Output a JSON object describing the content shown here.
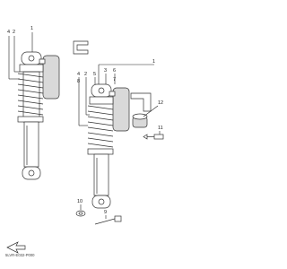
{
  "callouts": {
    "c1_left": "1",
    "c2_left": "2",
    "c4_left": "4",
    "c1_right": "1",
    "c2_right": "2",
    "c3_right": "3",
    "c4_right": "4",
    "c5": "5",
    "c6": "6",
    "c7": "7",
    "c8": "8",
    "c9": "9",
    "c10": "10",
    "c11": "11",
    "c12": "12"
  },
  "diagram_code": "5LVR-E032-P000",
  "colors": {
    "line": "#222222",
    "part_fill": "#ffffff",
    "shade": "#d9d9d9"
  }
}
